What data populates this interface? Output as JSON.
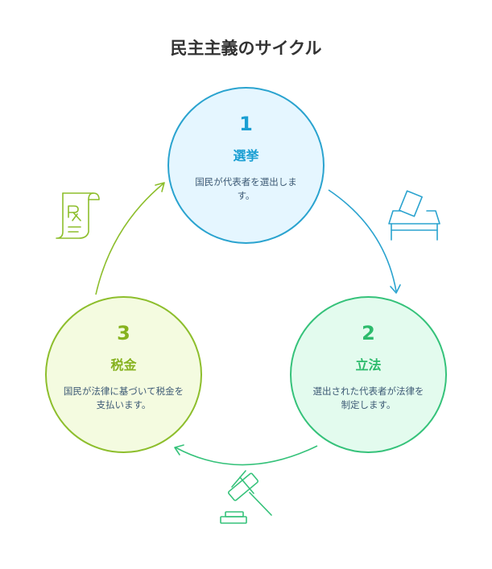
{
  "title": "民主主義のサイクル",
  "nodes": {
    "election": {
      "number": "1",
      "heading": "選挙",
      "description": "国民が代表者を選出します。"
    },
    "legislation": {
      "number": "2",
      "heading": "立法",
      "description": "選出された代表者が法律を制定します。"
    },
    "tax": {
      "number": "3",
      "heading": "税金",
      "description": "国民が法律に基づいて税金を支払います。"
    }
  },
  "colors": {
    "election": "#2aa3cf",
    "legislation": "#35c27a",
    "tax": "#8dbe2c",
    "title": "#333333"
  },
  "icons": {
    "election": "ballot-box-icon",
    "legislation": "gavel-icon",
    "tax": "prescription-receipt-icon"
  }
}
